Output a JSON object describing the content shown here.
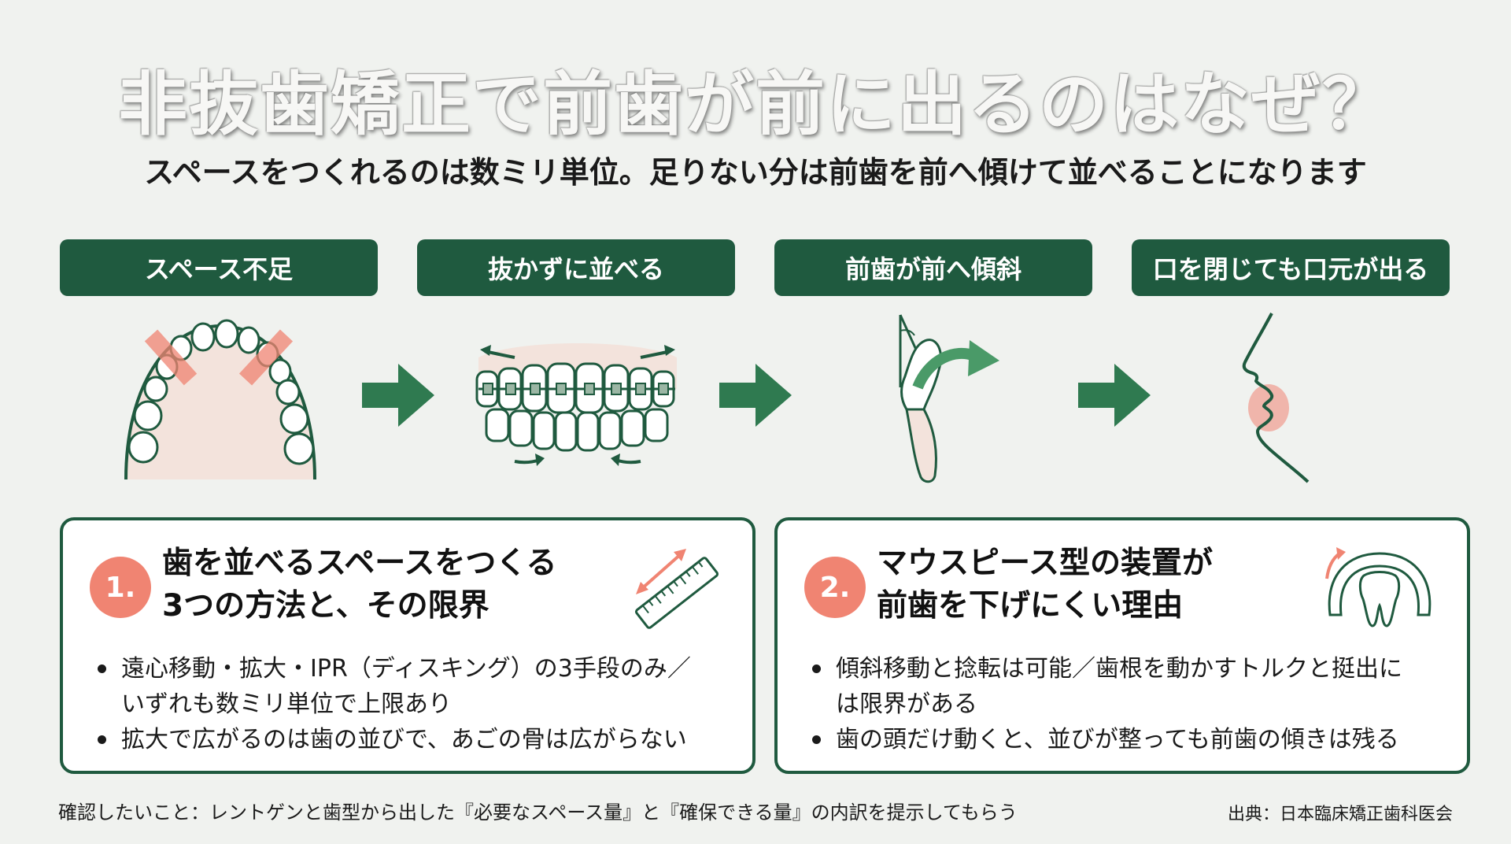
{
  "title": "非抜歯矯正で前歯が前に出るのはなぜ？",
  "subtitle": "スペースをつくれるのは数ミリ単位。足りない分は前歯を前へ傾けて並べることになります",
  "steps": [
    {
      "label": "スペース不足",
      "icon": "dental-arch-crowding-icon"
    },
    {
      "label": "抜かずに並べる",
      "icon": "braces-expansion-icon"
    },
    {
      "label": "前歯が前へ傾斜",
      "icon": "tooth-tilt-icon"
    },
    {
      "label": "口を閉じても口元が出る",
      "icon": "face-profile-icon"
    }
  ],
  "cards": [
    {
      "number": "1.",
      "title_line1": "歯を並べるスペースをつくる",
      "title_line2": "3つの方法と、その限界",
      "icon": "ruler-icon",
      "bullets": [
        {
          "line1": "遠心移動・拡大・IPR（ディスキング）の3手段のみ／",
          "line2": "いずれも数ミリ単位で上限あり"
        },
        {
          "line1": "拡大で広がるのは歯の並びで、あごの骨は広がらない",
          "line2": ""
        }
      ]
    },
    {
      "number": "2.",
      "title_line1": "マウスピース型の装置が",
      "title_line2": "前歯を下げにくい理由",
      "icon": "aligner-tooth-icon",
      "bullets": [
        {
          "line1": "傾斜移動と捻転は可能／歯根を動かすトルクと挺出に",
          "line2": "は限界がある"
        },
        {
          "line1": "歯の頭だけ動くと、並びが整っても前歯の傾きは残る",
          "line2": ""
        }
      ]
    }
  ],
  "footer": {
    "left": "確認したいこと：レントゲンと歯型から出した『必要なスペース量』と『確保できる量』の内訳を提示してもらう",
    "right": "出典：日本臨床矯正歯科医会"
  },
  "colors": {
    "background": "#f0f2ef",
    "primary_green": "#1f5a3f",
    "arrow_green": "#2f7a50",
    "accent_coral": "#f08472",
    "gum_pink": "#f3e3dc"
  }
}
